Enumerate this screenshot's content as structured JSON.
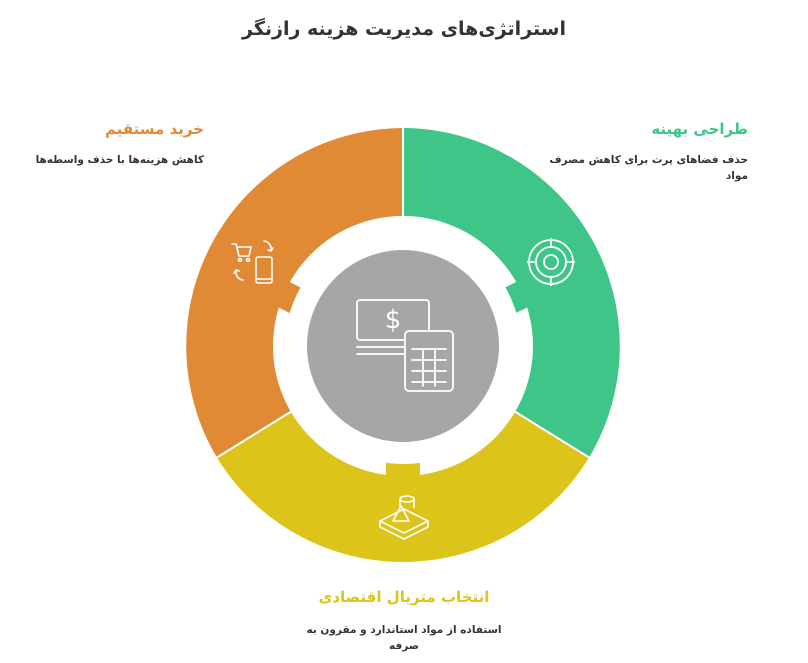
{
  "title": "استراتژی‌های مدیریت هزینه رازنگر",
  "colors": {
    "design": "#3ec587",
    "direct_purchase": "#e08a35",
    "materials": "#dcc41a",
    "center": "#a6a6a6",
    "title": "#333333"
  },
  "segments": {
    "design": {
      "title": "طراحی بهینه",
      "description": "حذف فضاهای پرت برای کاهش مصرف مواد",
      "icon": "target-icon"
    },
    "direct_purchase": {
      "title": "خرید مستقیم",
      "description": "کاهش هزینه‌ها با حذف واسطه‌ها",
      "icon": "cart-phone-exchange-icon"
    },
    "materials": {
      "title": "انتخاب متریال اقتصادی",
      "description": "استفاده از مواد استاندارد و مقرون به صرفه",
      "icon": "shapes-tray-icon"
    }
  },
  "center": {
    "icon": "money-calculator-icon"
  }
}
